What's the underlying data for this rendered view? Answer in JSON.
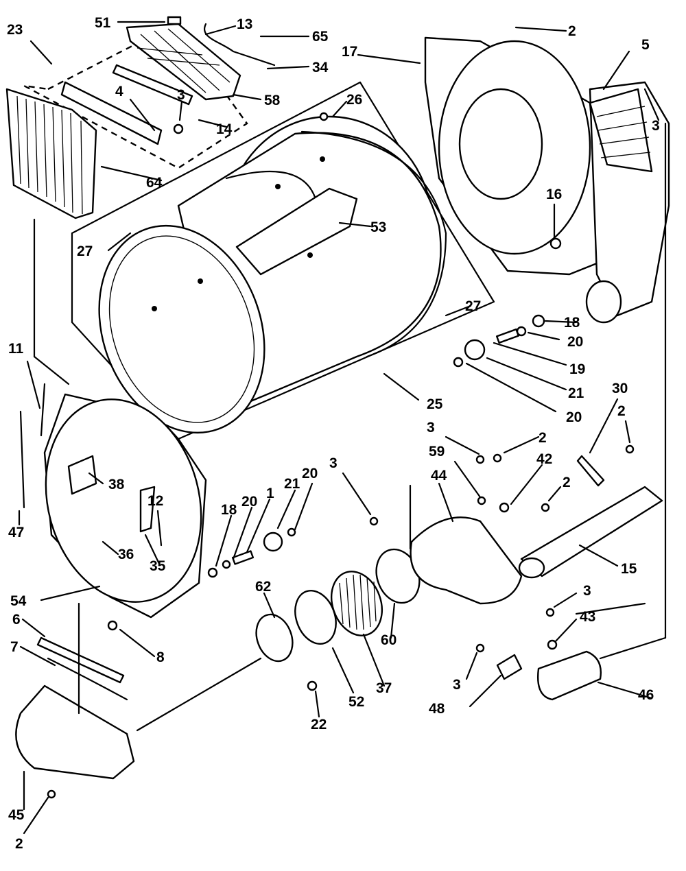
{
  "callouts": [
    "51",
    "13",
    "65",
    "34",
    "58",
    "23",
    "4",
    "3",
    "14",
    "64",
    "26",
    "2",
    "17",
    "5",
    "3",
    "16",
    "53",
    "27",
    "27",
    "18",
    "20",
    "19",
    "21",
    "20",
    "25",
    "11",
    "47",
    "38",
    "12",
    "36",
    "35",
    "18",
    "20",
    "1",
    "21",
    "20",
    "3",
    "3",
    "59",
    "2",
    "44",
    "42",
    "2",
    "30",
    "2",
    "15",
    "54",
    "6",
    "8",
    "7",
    "62",
    "52",
    "37",
    "60",
    "22",
    "45",
    "2",
    "3",
    "43",
    "3",
    "48",
    "46"
  ]
}
